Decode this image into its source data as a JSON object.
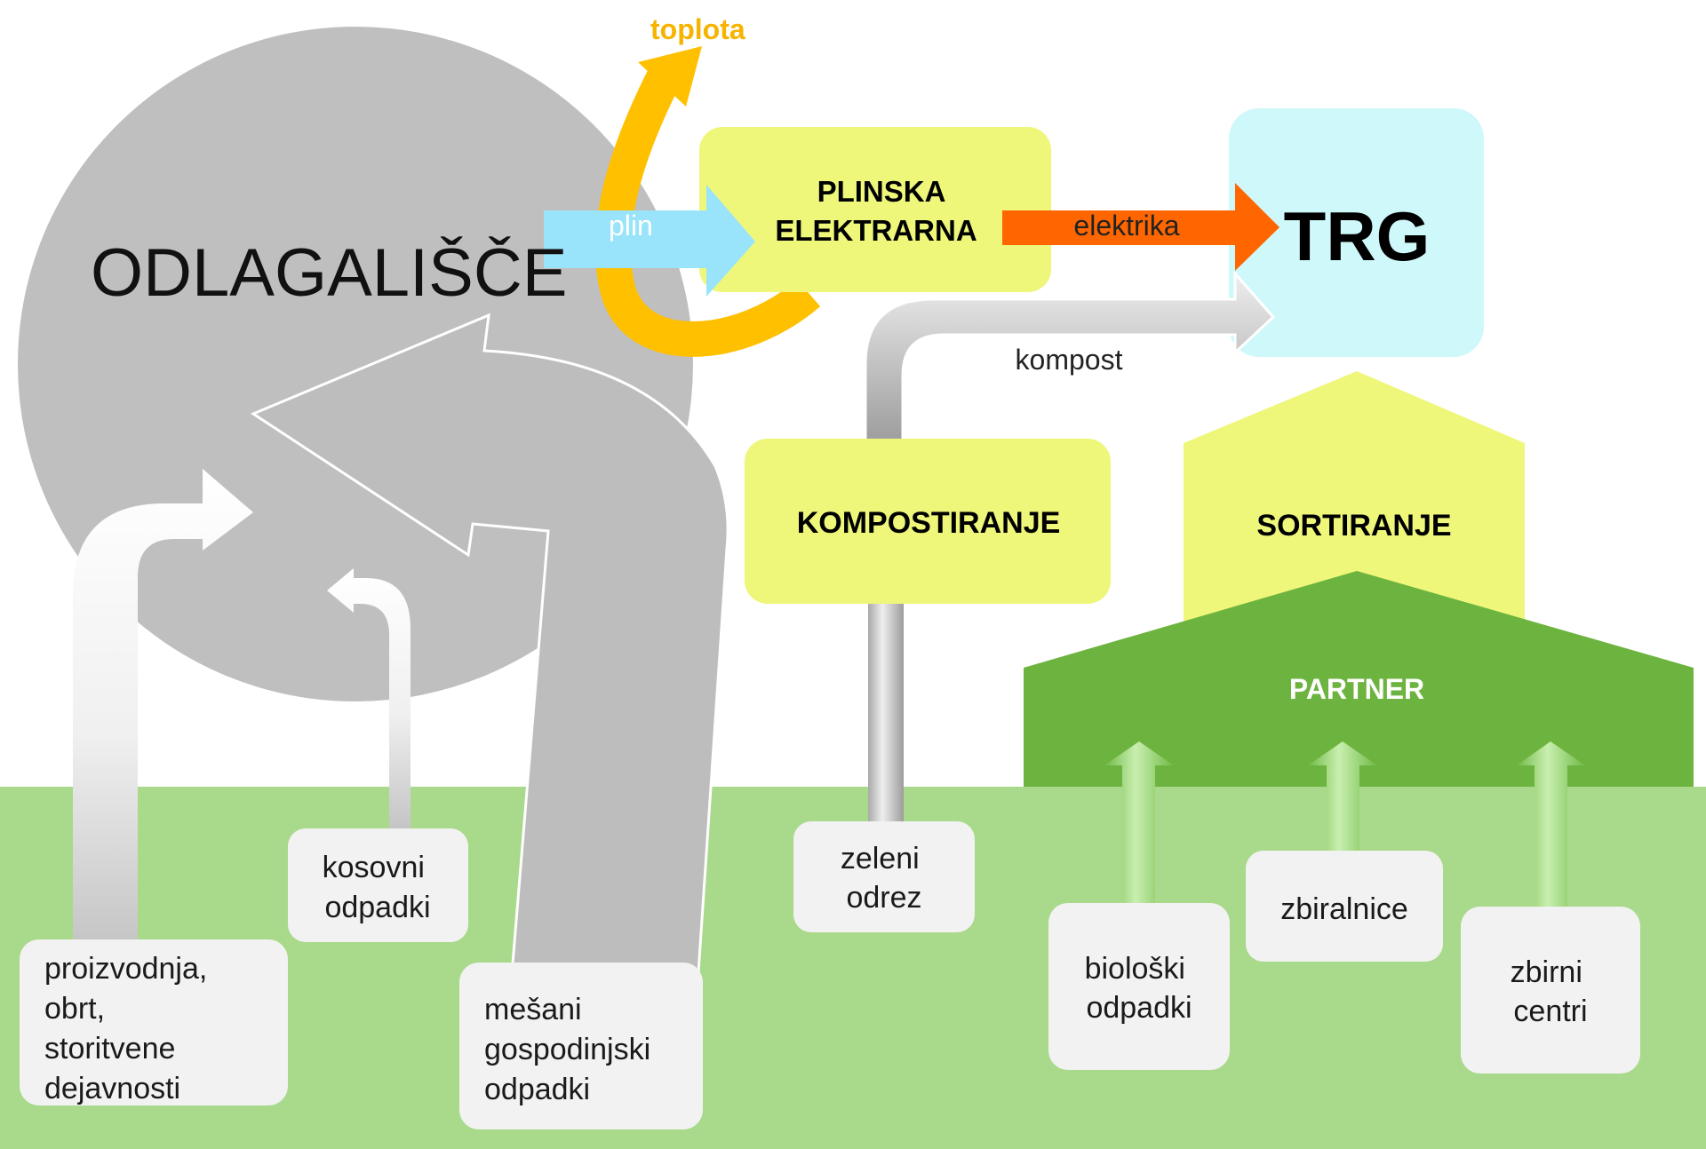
{
  "colors": {
    "landfill": "#bfbfbf",
    "ground": "#a9d98a",
    "process_box": "#eef77a",
    "partner": "#6db33f",
    "market": "#cff8fa",
    "gas_arrow": "#99e4fa",
    "electricity_arrow": "#ff6600",
    "heat_arrow": "#ffc000",
    "heat_label": "#f6b400"
  },
  "nodes": {
    "landfill": "ODLAGALIŠČE",
    "gas_plant": {
      "line1": "PLINSKA",
      "line2": "ELEKTRARNA"
    },
    "market": "TRG",
    "composting": "KOMPOSTIRANJE",
    "sorting": "SORTIRANJE",
    "partner": "PARTNER"
  },
  "flows": {
    "heat": "toplota",
    "gas": "plin",
    "electricity": "elektrika",
    "compost": "kompost"
  },
  "sources": {
    "industry": [
      "proizvodnja,",
      "obrt,",
      "storitvene",
      "dejavnosti"
    ],
    "bulky": [
      "kosovni",
      "odpadki"
    ],
    "mixed": [
      "mešani",
      "gospodinjski",
      "odpadki"
    ],
    "green": [
      "zeleni",
      "odrez"
    ],
    "bio": [
      "biološki",
      "odpadki"
    ],
    "collection_points": [
      "zbiralnice"
    ],
    "collection_centres": [
      "zbirni",
      "centri"
    ]
  }
}
